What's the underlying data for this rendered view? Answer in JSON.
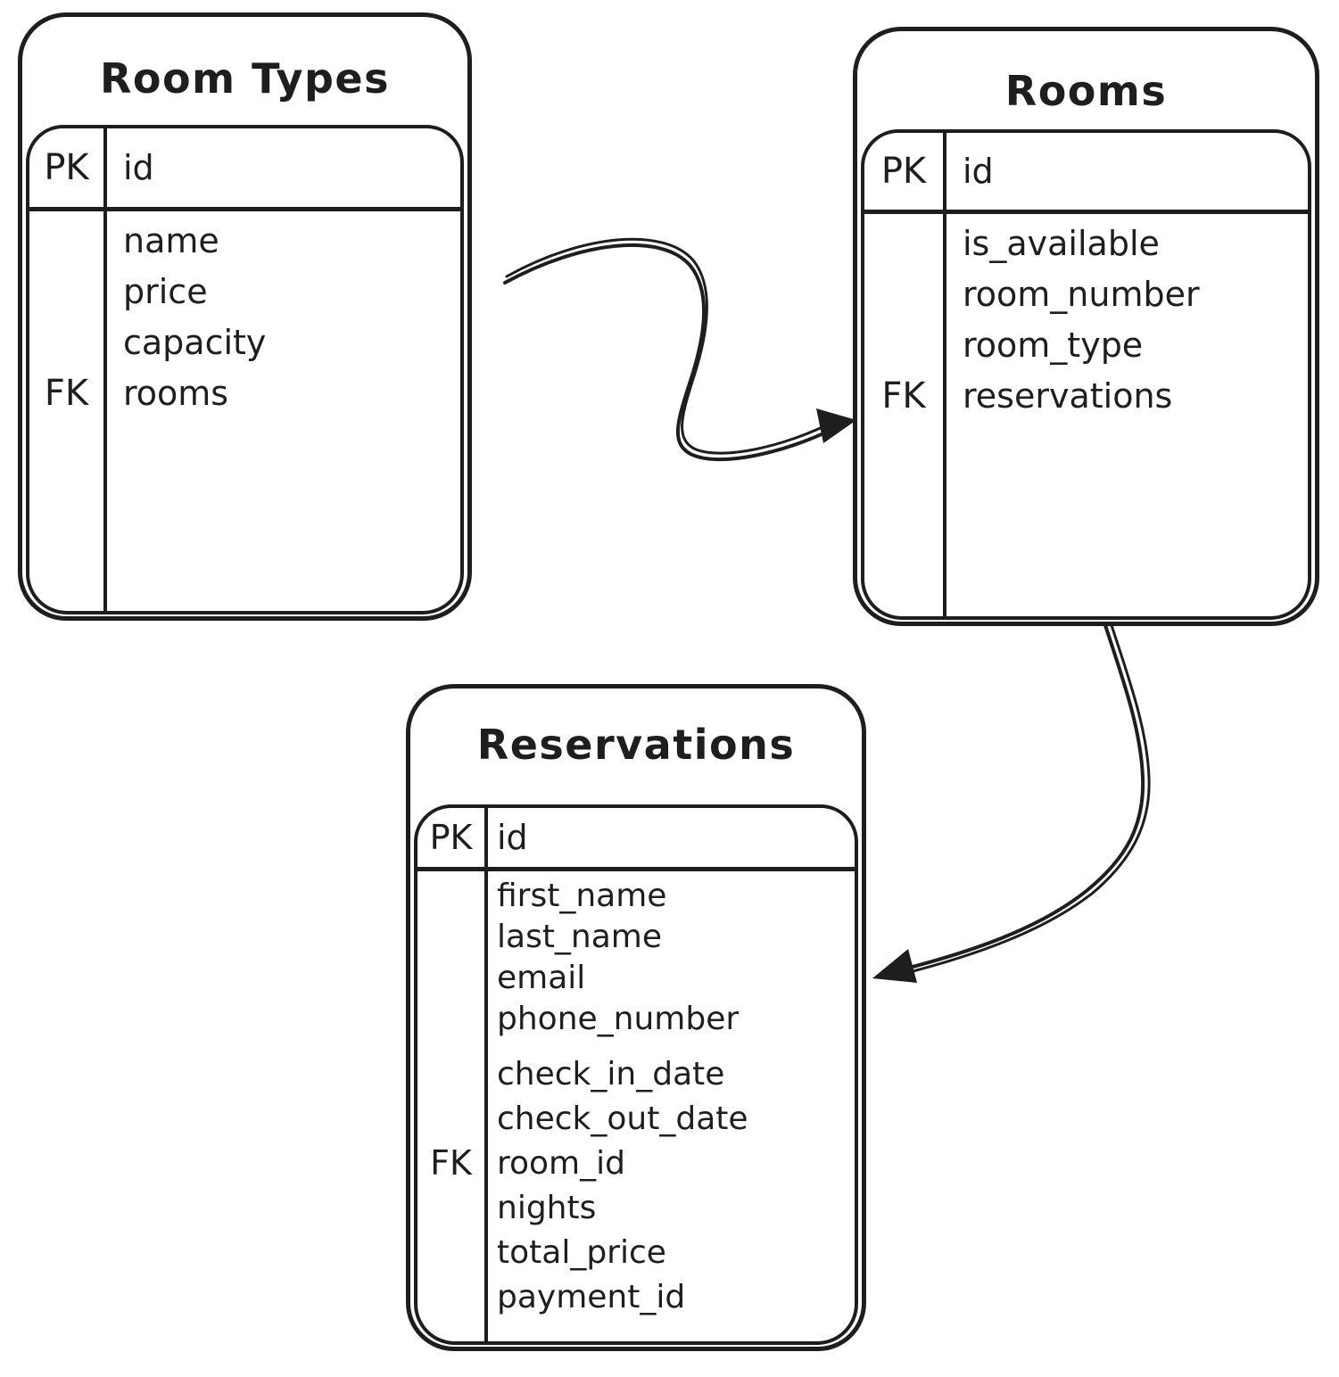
{
  "diagram": {
    "background_color": "#ffffff",
    "stroke_color": "#1e1e1e",
    "tables": [
      {
        "title": "Room Types",
        "header": {
          "key": "PK",
          "field": "id"
        },
        "rows": [
          {
            "key": "",
            "field": "name"
          },
          {
            "key": "",
            "field": "price"
          },
          {
            "key": "",
            "field": "capacity"
          },
          {
            "key": "FK",
            "field": "rooms"
          }
        ]
      },
      {
        "title": "Rooms",
        "header": {
          "key": "PK",
          "field": "id"
        },
        "rows": [
          {
            "key": "",
            "field": "is_available"
          },
          {
            "key": "",
            "field": "room_number"
          },
          {
            "key": "",
            "field": "room_type"
          },
          {
            "key": "FK",
            "field": "reservations"
          }
        ]
      },
      {
        "title": "Reservations",
        "header": {
          "key": "PK",
          "field": "id"
        },
        "rows": [
          {
            "key": "",
            "field": "first_name"
          },
          {
            "key": "",
            "field": "last_name"
          },
          {
            "key": "",
            "field": "email"
          },
          {
            "key": "",
            "field": "phone_number"
          },
          {
            "key": "",
            "field": "check_in_date"
          },
          {
            "key": "",
            "field": "check_out_date"
          },
          {
            "key": "FK",
            "field": "room_id"
          },
          {
            "key": "",
            "field": "nights"
          },
          {
            "key": "",
            "field": "total_price"
          },
          {
            "key": "",
            "field": "payment_id"
          }
        ]
      }
    ],
    "relations": [
      {
        "from": "Room Types",
        "to": "Rooms"
      },
      {
        "from": "Rooms",
        "to": "Reservations"
      }
    ]
  }
}
